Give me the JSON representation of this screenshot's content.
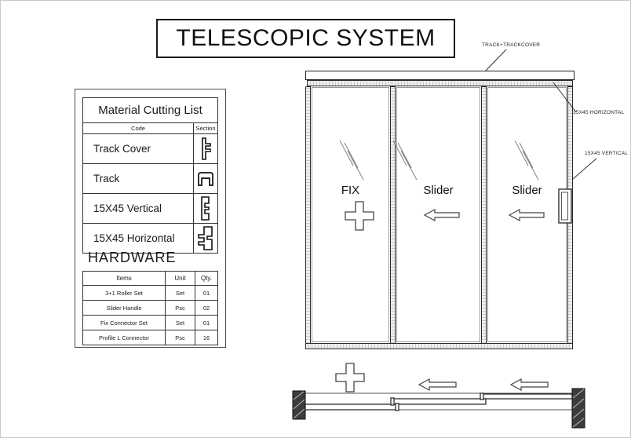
{
  "page": {
    "background": "#ffffff",
    "line_color": "#1a1a1a",
    "frame_fill": "#d9d9d9",
    "wall_fill": "#3c3c3c"
  },
  "title": "TELESCOPIC SYSTEM",
  "material_list": {
    "title": "Material Cutting List",
    "columns": {
      "code": "Code",
      "section": "Section"
    },
    "rows": [
      {
        "code": "Track Cover",
        "section_icon": "track-cover-profile-icon"
      },
      {
        "code": "Track",
        "section_icon": "track-profile-icon"
      },
      {
        "code": "15X45 Vertical",
        "section_icon": "vertical-profile-icon"
      },
      {
        "code": "15X45 Horizontal",
        "section_icon": "horizontal-profile-icon"
      }
    ]
  },
  "hardware": {
    "title": "HARDWARE",
    "columns": {
      "items": "Items",
      "unit": "Unit",
      "qty": "Qty."
    },
    "rows": [
      {
        "item": "3+1 Roller Set",
        "unit": "Set",
        "qty": "01"
      },
      {
        "item": "Slider Handle",
        "unit": "Psc",
        "qty": "02"
      },
      {
        "item": "Fix Connector Set",
        "unit": "Set",
        "qty": "01"
      },
      {
        "item": "Profile L Connector",
        "unit": "Psc",
        "qty": "16"
      }
    ]
  },
  "elevation": {
    "panels": [
      {
        "label": "FIX",
        "symbol": "plus-fixed-icon"
      },
      {
        "label": "Slider",
        "symbol": "arrow-left-icon"
      },
      {
        "label": "Slider",
        "symbol": "arrow-left-icon"
      }
    ],
    "annotations": {
      "track": "TRACK+TRACKCOVER",
      "horizontal": "15X45 HORIZONTAL",
      "vertical": "15X45 VERTICAL"
    }
  }
}
